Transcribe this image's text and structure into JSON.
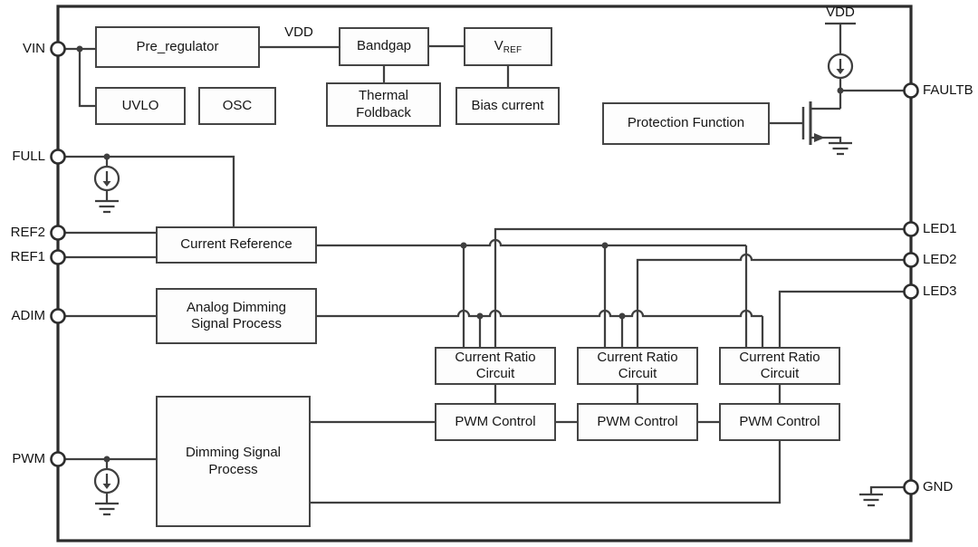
{
  "pins": {
    "vin": {
      "label": "VIN"
    },
    "full": {
      "label": "FULL"
    },
    "ref2": {
      "label": "REF2"
    },
    "ref1": {
      "label": "REF1"
    },
    "adim": {
      "label": "ADIM"
    },
    "pwm": {
      "label": "PWM"
    },
    "faultb": {
      "label": "FAULTB"
    },
    "led1": {
      "label": "LED1"
    },
    "led2": {
      "label": "LED2"
    },
    "led3": {
      "label": "LED3"
    },
    "gnd": {
      "label": "GND"
    },
    "vdd": {
      "label": "VDD"
    }
  },
  "net_labels": {
    "vdd": "VDD"
  },
  "blocks": {
    "pre_regulator": {
      "label": "Pre_regulator"
    },
    "bandgap": {
      "label": "Bandgap"
    },
    "vref": {
      "main": "V",
      "sub": "REF"
    },
    "uvlo": {
      "label": "UVLO"
    },
    "osc": {
      "label": "OSC"
    },
    "thermal_foldback": {
      "label": "Thermal\nFoldback"
    },
    "bias_current": {
      "label": "Bias current"
    },
    "protection_function": {
      "label": "Protection Function"
    },
    "current_reference": {
      "label": "Current Reference"
    },
    "analog_dimming": {
      "label": "Analog Dimming\nSignal Process"
    },
    "current_ratio_1": {
      "label": "Current Ratio\nCircuit"
    },
    "current_ratio_2": {
      "label": "Current Ratio\nCircuit"
    },
    "current_ratio_3": {
      "label": "Current Ratio\nCircuit"
    },
    "pwm_control_1": {
      "label": "PWM Control"
    },
    "pwm_control_2": {
      "label": "PWM Control"
    },
    "pwm_control_3": {
      "label": "PWM Control"
    },
    "dimming_signal": {
      "label": "Dimming Signal\nProcess"
    }
  },
  "colors": {
    "wire": "#3f3f3f",
    "chip_border": "#2c2c2c",
    "block_border": "#454545",
    "block_fill": "#fdfdfd",
    "text": "#161616"
  }
}
